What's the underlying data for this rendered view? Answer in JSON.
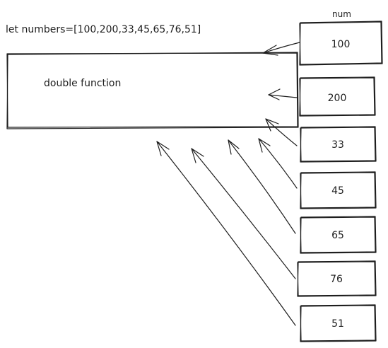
{
  "code_line": "let numbers=[100,200,33,45,65,76,51]",
  "function_label": "double function",
  "column_label": "num",
  "numbers": [
    "100",
    "200",
    "33",
    "45",
    "65",
    "76",
    "51"
  ]
}
